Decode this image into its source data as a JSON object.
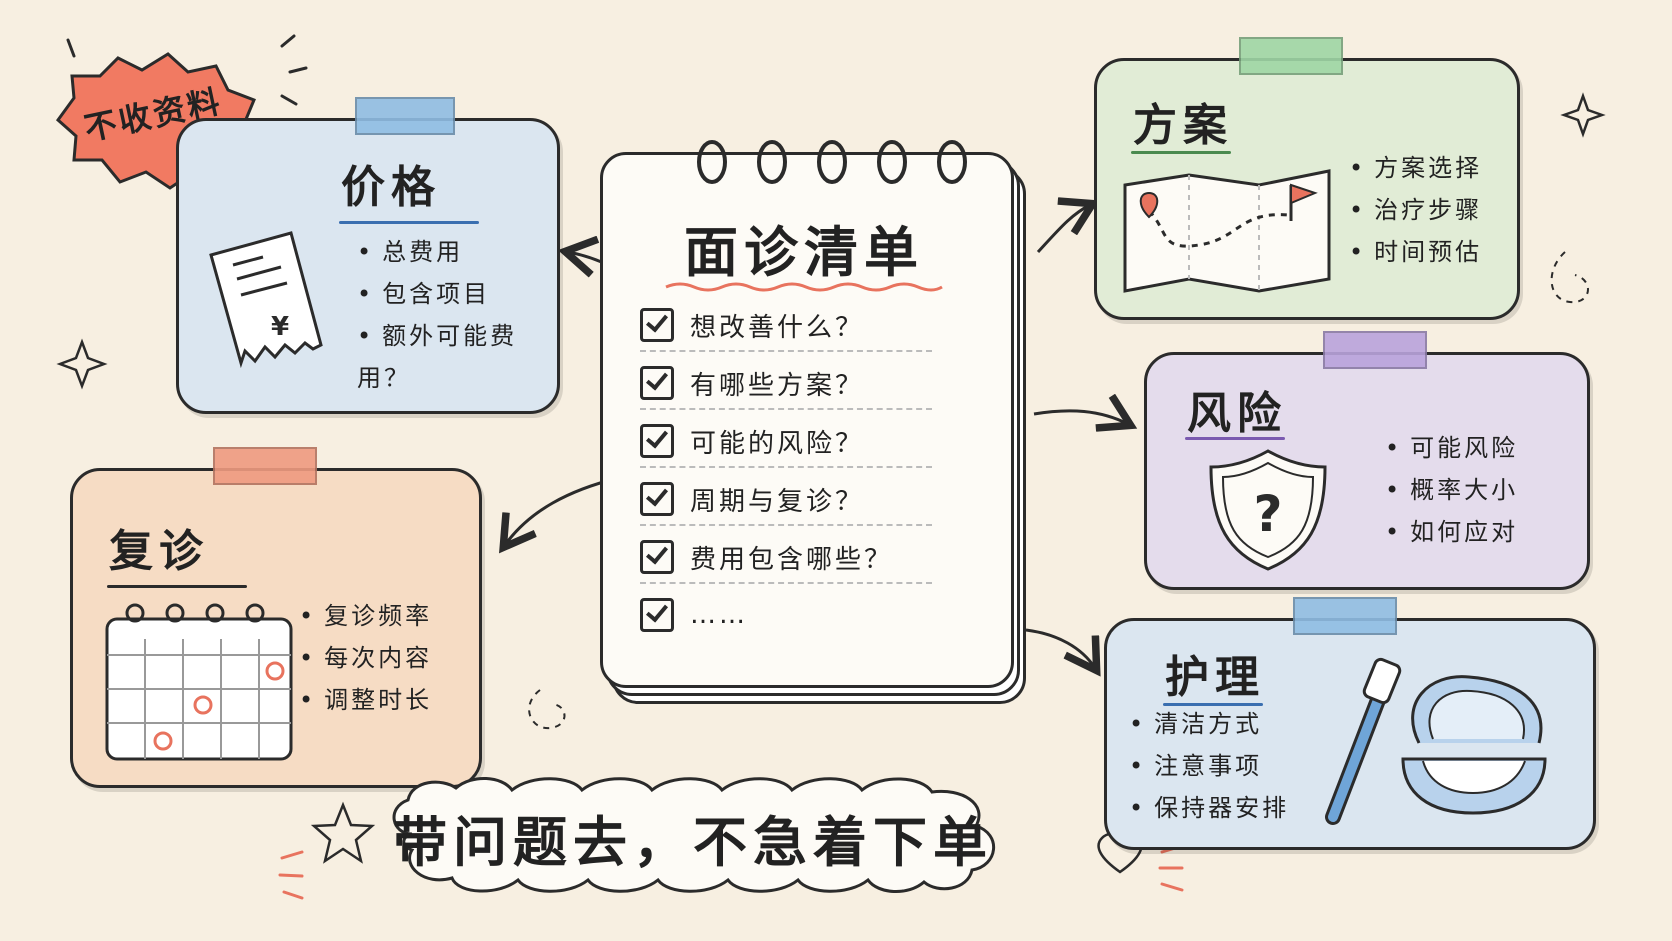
{
  "badge": {
    "text": "不收资料"
  },
  "notepad": {
    "title": "面诊清单",
    "items": [
      "想改善什么？",
      "有哪些方案？",
      "可能的风险？",
      "周期与复诊？",
      "费用包含哪些？",
      "……"
    ]
  },
  "price": {
    "title": "价格",
    "items": [
      "总费用",
      "包含项目",
      "额外可能费用？"
    ],
    "receipt_symbol": "¥"
  },
  "followup": {
    "title": "复诊",
    "items": [
      "复诊频率",
      "每次内容",
      "调整时长"
    ]
  },
  "plan": {
    "title": "方案",
    "items": [
      "方案选择",
      "治疗步骤",
      "时间预估"
    ]
  },
  "risk": {
    "title": "风险",
    "items": [
      "可能风险",
      "概率大小",
      "如何应对"
    ],
    "shield_symbol": "?"
  },
  "care": {
    "title": "护理",
    "items": [
      "清洁方式",
      "注意事项",
      "保持器安排"
    ]
  },
  "footer": {
    "slogan": "带问题去，不急着下单"
  },
  "colors": {
    "background": "#f7efe1",
    "price_card": "#dbe6f0",
    "followup_card": "#f6dcc4",
    "plan_card": "#e1ecd6",
    "risk_card": "#e4dcec",
    "care_card": "#dbe6f0",
    "badge": "#f17a62",
    "accent_red": "#e8735e",
    "tape_blue": "#8fbde3",
    "tape_green": "#9fd6a5",
    "tape_purple": "#b9a3dc",
    "tape_orange": "#ef9a80"
  },
  "icons": [
    "receipt-icon",
    "calendar-icon",
    "map-icon",
    "shield-icon",
    "toothbrush-icon",
    "retainer-case-icon",
    "star-icon",
    "heart-icon",
    "sparkle-icon",
    "arrow-icon"
  ]
}
